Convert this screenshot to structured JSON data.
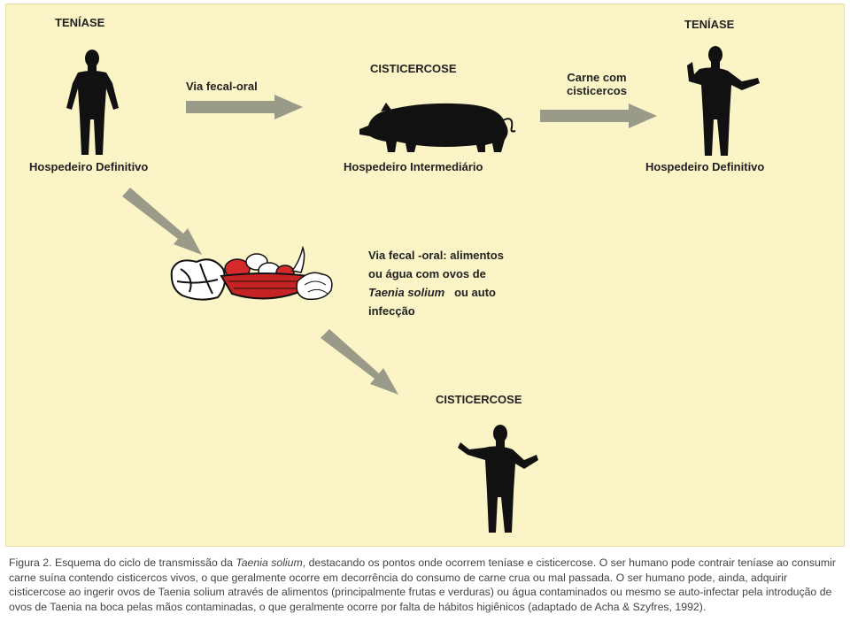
{
  "diagram": {
    "label_teniase_left": "TENÍASE",
    "label_teniase_right": "TENÍASE",
    "label_cisticercose_top": "CISTICERCOSE",
    "label_cisticercose_bottom": "CISTICERCOSE",
    "arrow_fecal_oral": "Via fecal-oral",
    "arrow_carne_line1": "Carne com",
    "arrow_carne_line2": "cisticercos",
    "host_definitivo_left": "Hospedeiro Definitivo",
    "host_intermediario": "Hospedeiro Intermediário",
    "host_definitivo_right": "Hospedeiro Definitivo",
    "food_note_line1": "Via fecal -oral: alimentos",
    "food_note_line2": "ou água com ovos de",
    "food_note_species": "Taenia solium",
    "food_note_line3_rest": "ou auto",
    "food_note_line4": "infecção",
    "arrow_color": "#9a9a88",
    "silhouette_color": "#111111"
  },
  "caption": {
    "part1": "Figura 2. Esquema do ciclo de transmissão da ",
    "species": "Taenia solium",
    "part2": ", destacando os pontos onde ocorrem teníase e cisticercose. O ser humano pode contrair teníase ao consumir carne suína contendo cisticercos vivos, o que geralmente ocorre em decorrência do consumo de carne crua ou mal passada. O ser humano pode, ainda, adquirir cisticercose ao ingerir ovos de Taenia solium através de alimentos (principalmente frutas e verduras) ou água contaminados ou mesmo se auto-infectar pela introdução de ovos de Taenia na boca pelas mãos contaminadas, o que geralmente ocorre por falta de hábitos higiênicos (adaptado de Acha & Szyfres,  1992)."
  }
}
